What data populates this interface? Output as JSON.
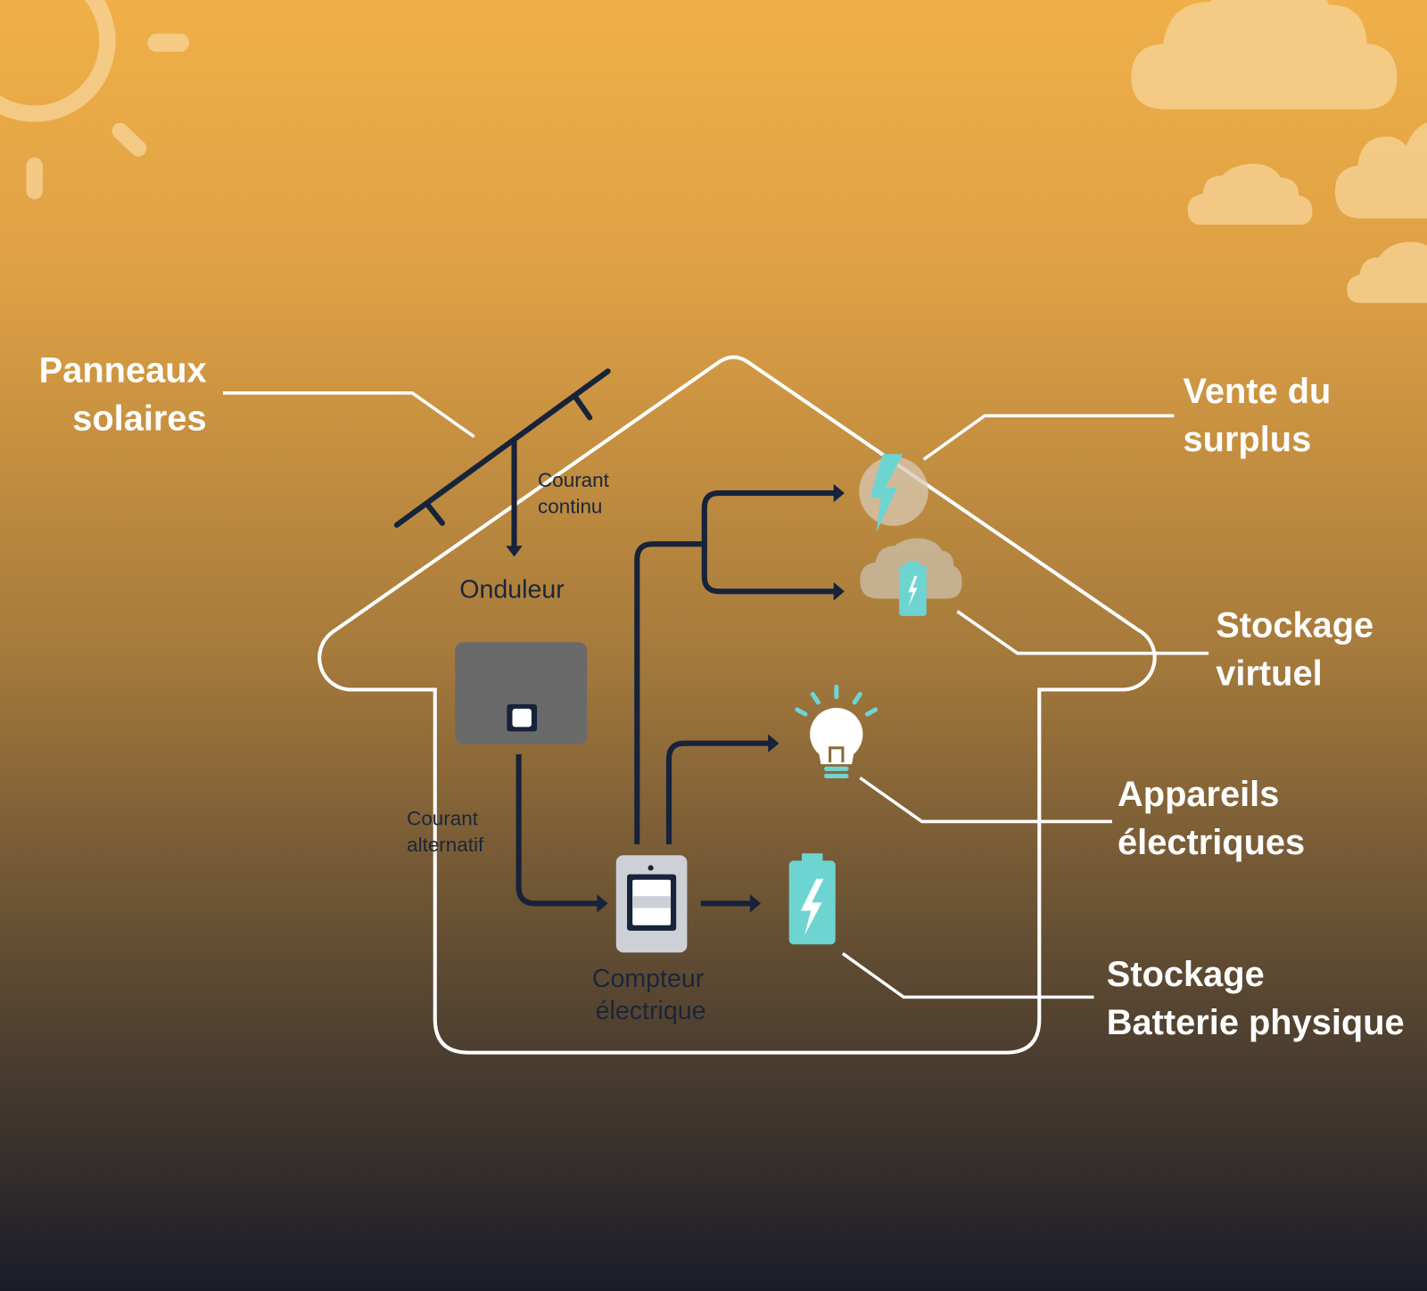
{
  "colors": {
    "sky_top": "#F0AF48",
    "sky_mid": "#A77B3C",
    "ground_bottom": "#1A1C28",
    "wire": "#16233A",
    "accent_teal": "#6DD4D2",
    "outline": "#FFFFFF",
    "inverter": "#6A6A6A",
    "meter": "#CDD0D6"
  },
  "labels": {
    "solar_panels": [
      "Panneaux",
      "solaires"
    ],
    "surplus_sale": [
      "Vente du",
      "surplus"
    ],
    "virtual_storage": [
      "Stockage",
      "virtuel"
    ],
    "appliances": [
      "Appareils",
      "électriques"
    ],
    "battery_storage": [
      "Stockage",
      "Batterie physique"
    ]
  },
  "flow_labels": {
    "direct_current": [
      "Courant",
      "continu"
    ],
    "inverter": "Onduleur",
    "alternating_current": [
      "Courant",
      "alternatif"
    ],
    "meter": [
      "Compteur",
      "électrique"
    ]
  },
  "icons": [
    "sun-icon",
    "cloud-icon",
    "house-outline",
    "solar-panel-icon",
    "inverter-icon",
    "electric-meter-icon",
    "lightning-icon",
    "cloud-battery-icon",
    "light-bulb-icon",
    "battery-icon"
  ]
}
